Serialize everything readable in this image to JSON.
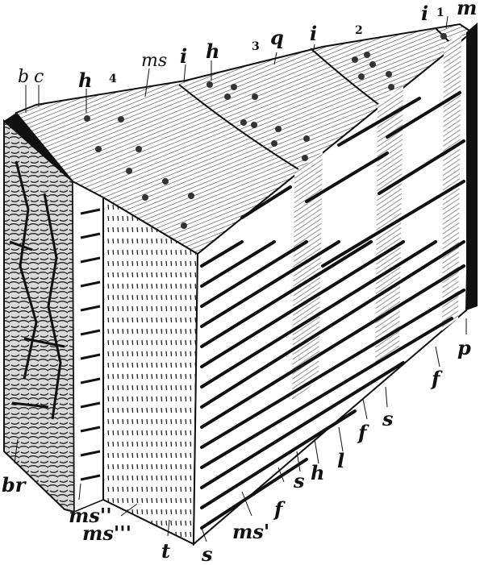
{
  "labels": {
    "b": "b",
    "c": "c",
    "h_top": "h",
    "n4": "4",
    "ms": "ms",
    "i_top": "i",
    "h_top2": "h",
    "n3": "3",
    "q": "q",
    "i_top2": "i",
    "n2": "2",
    "i_right": "i",
    "n1": "1",
    "m": "m",
    "br": "br",
    "ms2": "ms''",
    "ms3": "ms'''",
    "t": "t",
    "s_bottom": "s",
    "ms1": "ms'",
    "f1": "f",
    "s2": "s",
    "h_bottom": "h",
    "l": "l",
    "f2": "f",
    "s3": "s",
    "f3": "f",
    "p": "p"
  },
  "colors": {
    "ink": "#111111",
    "paper": "#ffffff",
    "bark": "#2a2a2a",
    "mid": "#6b6b6b"
  }
}
